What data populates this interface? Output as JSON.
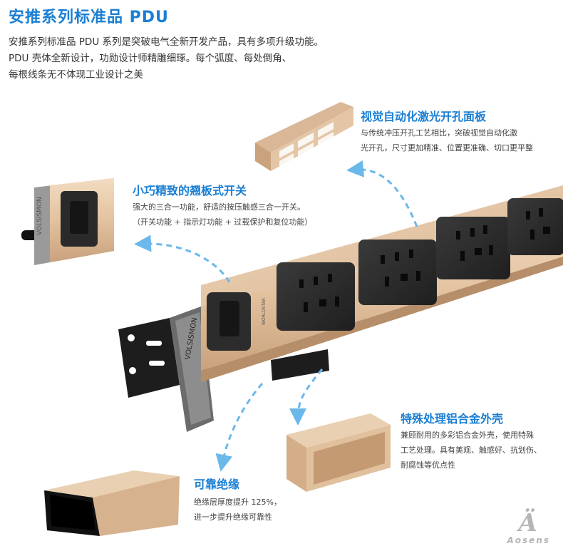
{
  "header": {
    "title": "安推系列标准品 PDU"
  },
  "intro": {
    "line1": "安推系列标准品 PDU 系列是突破电气全新开发产品，具有多项升级功能。",
    "line2": "PDU 壳体全新设计，功勋设计师精雕细琢。每个弧度、每处倒角、",
    "line3": "每根线条无不体现工业设计之美"
  },
  "features": {
    "laser_panel": {
      "title": "视觉自动化激光开孔面板",
      "desc1": "与传统冲压开孔工艺相比，突破视觉自动化激",
      "desc2": "光开孔，尺寸更加精准、位置更准确、切口更平整"
    },
    "switch": {
      "title": "小巧精致的翘板式开关",
      "desc1": "强大的三合一功能，舒适的按压触感三合一开关。",
      "desc2": "（开关功能 + 指示灯功能 + 过载保护和复位功能）"
    },
    "alloy_shell": {
      "title": "特殊处理铝合金外壳",
      "desc1": "兼顾耐用的多彩铝合金外壳，使用特殊",
      "desc2": "工艺处理。具有美观、触感好、抗划伤、",
      "desc3": "耐腐蚀等优点性"
    },
    "insulation": {
      "title": "可靠绝缘",
      "desc1": "绝缘层厚度提升 125%，",
      "desc2": "进一步提升绝缘可靠性"
    }
  },
  "product": {
    "brand_label": "VOLSISMON",
    "small_label": "WORLDSTAR"
  },
  "watermark": {
    "text": "Aosens"
  },
  "colors": {
    "accent": "#1a7fd4",
    "shell_gold": "#e6c7a6",
    "socket_dark": "#2b2b2b"
  }
}
